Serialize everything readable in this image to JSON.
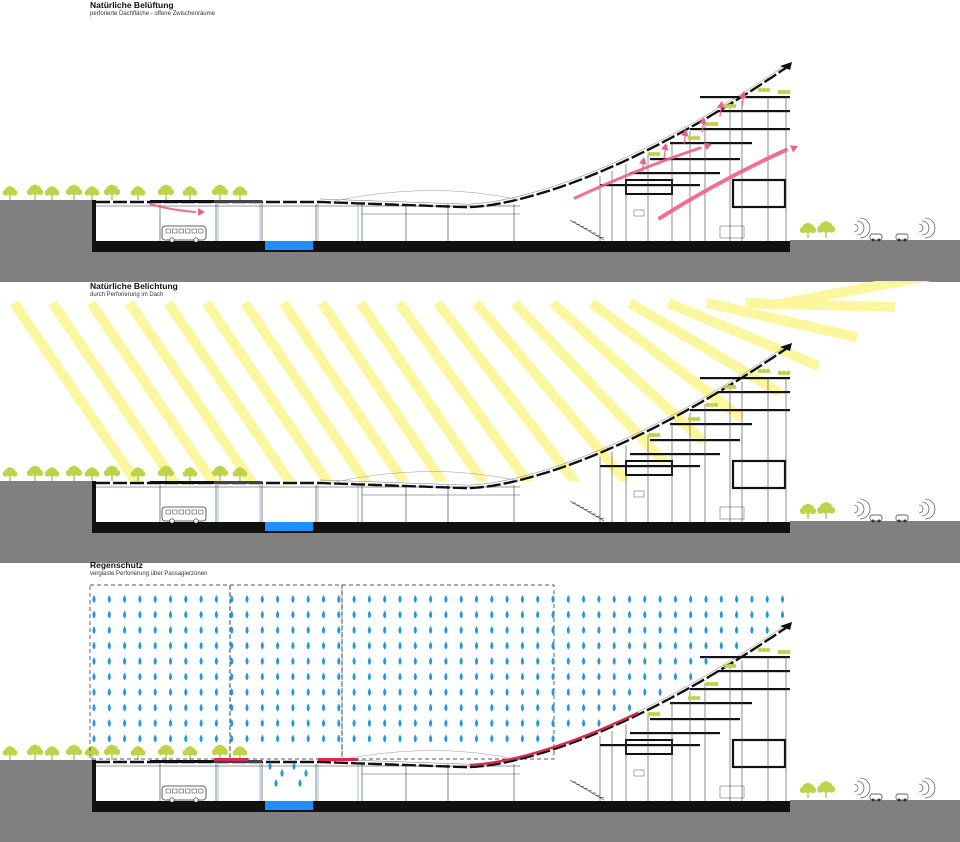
{
  "panels": [
    {
      "id": "ventilation",
      "title": "Natürliche Belüftung",
      "subtitle": "perforierte Dachfläche - offene Zwischenräume",
      "overlay": "airflow",
      "colors": {
        "arrow": "#ee5f86"
      }
    },
    {
      "id": "daylight",
      "title": "Natürliche Belichtung",
      "subtitle": "durch Perforierung im Dach",
      "overlay": "sunrays",
      "colors": {
        "ray": "#fbf79a"
      }
    },
    {
      "id": "rain",
      "title": "Regenschutz",
      "subtitle": "verglaste Perforierung über Passagierzonen",
      "overlay": "rain",
      "colors": {
        "drop": "#1e9be0",
        "glazing": "#d82b4f"
      }
    }
  ],
  "colors": {
    "ground": "#808080",
    "trees": "#bfd34a",
    "pool": "#1e90ff",
    "structure": "#111111"
  },
  "icons": [
    "bus-icon",
    "tree-icon",
    "car-icon",
    "sound-wave-icon"
  ]
}
